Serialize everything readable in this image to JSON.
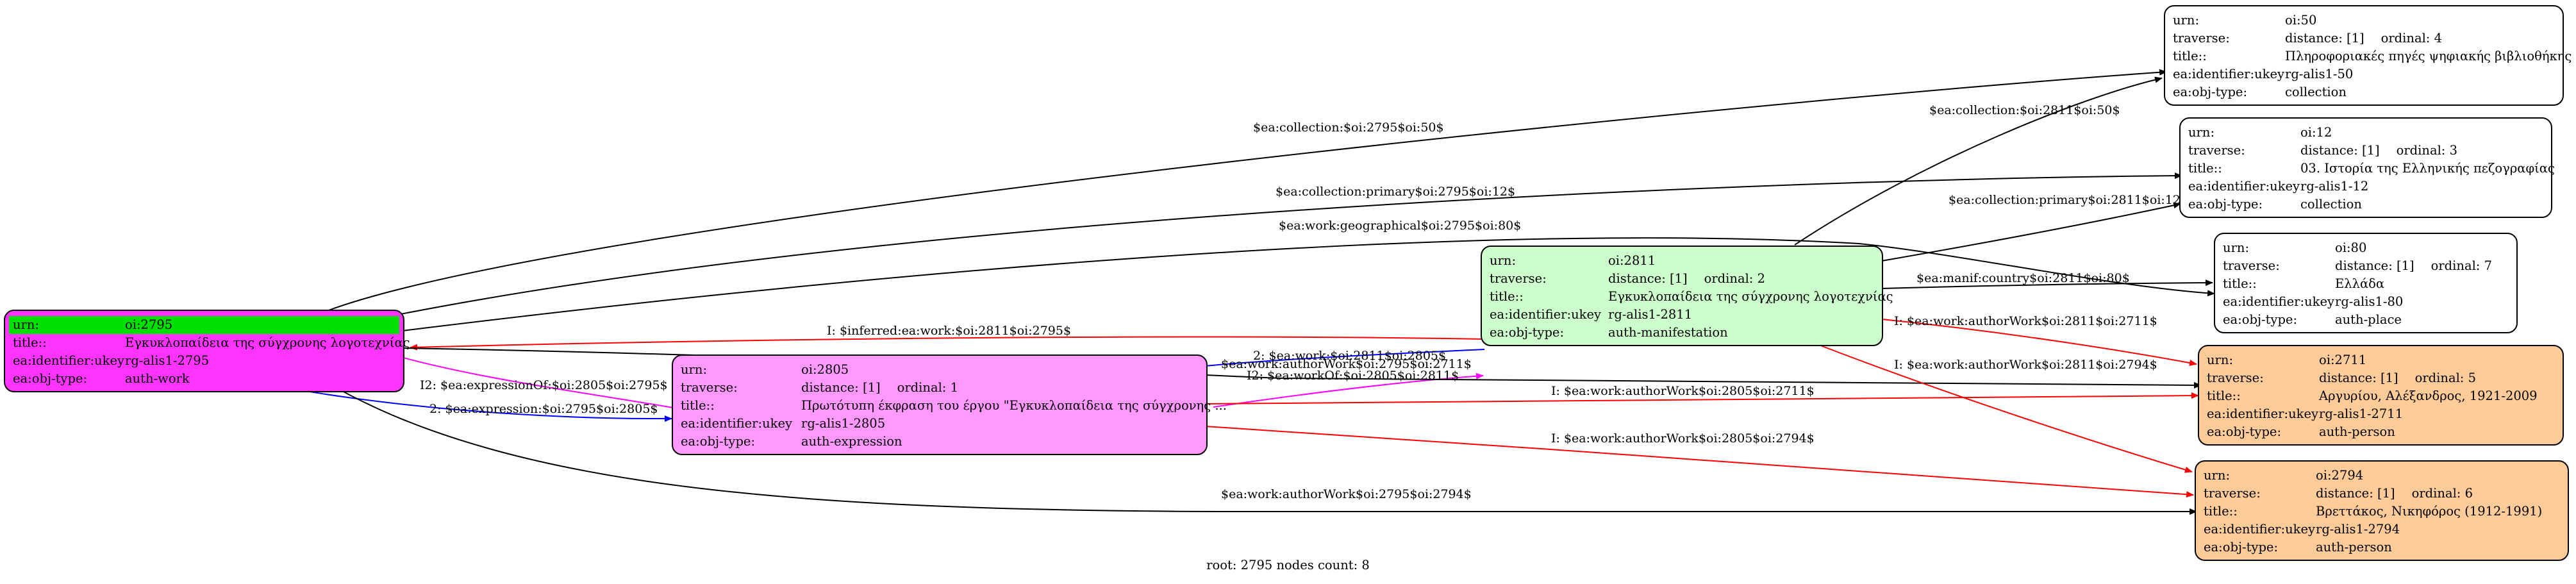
{
  "nodes": {
    "n2795": {
      "color": "#ff33ff",
      "urn": "oi:2795",
      "title": "Εγκυκλοπαίδεια της σύγχρονης λογοτεχνίας",
      "identifier": "rg-alis1-2795",
      "objtype": "auth-work"
    },
    "n2805": {
      "color": "#ff99ff",
      "urn": "oi:2805",
      "distance": "distance: [1]",
      "ordinal": "ordinal: 1",
      "title": "Πρωτότυπη έκφραση του έργου \"Εγκυκλοπαίδεια της σύγχρονης ...",
      "identifier": "rg-alis1-2805",
      "objtype": "auth-expression"
    },
    "n2811": {
      "color": "#ccffcc",
      "urn": "oi:2811",
      "distance": "distance: [1]",
      "ordinal": "ordinal: 2",
      "title": "Εγκυκλοπαίδεια της σύγχρονης λογοτεχνίας",
      "identifier": "rg-alis1-2811",
      "objtype": "auth-manifestation"
    },
    "n50": {
      "color": "#ffffff",
      "urn": "oi:50",
      "distance": "distance: [1]",
      "ordinal": "ordinal: 4",
      "title": "Πληροφοριακές πηγές ψηφιακής βιβλιοθήκης",
      "identifier": "rg-alis1-50",
      "objtype": "collection"
    },
    "n12": {
      "color": "#ffffff",
      "urn": "oi:12",
      "distance": "distance: [1]",
      "ordinal": "ordinal: 3",
      "title": "03. Ιστορία της Ελληνικής πεζογραφίας",
      "identifier": "rg-alis1-12",
      "objtype": "collection"
    },
    "n80": {
      "color": "#ffffff",
      "urn": "oi:80",
      "distance": "distance: [1]",
      "ordinal": "ordinal: 7",
      "title": "Ελλάδα",
      "identifier": "rg-alis1-80",
      "objtype": "auth-place"
    },
    "n2711": {
      "color": "#ffcc99",
      "urn": "oi:2711",
      "distance": "distance: [1]",
      "ordinal": "ordinal: 5",
      "title": "Αργυρίου, Αλέξανδρος, 1921-2009",
      "identifier": "rg-alis1-2711",
      "objtype": "auth-person"
    },
    "n2794": {
      "color": "#ffcc99",
      "urn": "oi:2794",
      "distance": "distance: [1]",
      "ordinal": "ordinal: 6",
      "title": "Βρεττάκος, Νικηφόρος (1912-1991)",
      "identifier": "rg-alis1-2794",
      "objtype": "auth-person"
    }
  },
  "keys": {
    "urn": "urn:",
    "traverse": "traverse:",
    "title": "title::",
    "identifier": "ea:identifier:ukey",
    "objtype": "ea:obj-type:",
    "root_title": "title::"
  },
  "edges": {
    "e1": {
      "label": "$ea:collection:$oi:2795$oi:50$",
      "color": "#000000"
    },
    "e2": {
      "label": "$ea:collection:primary$oi:2795$oi:12$",
      "color": "#000000"
    },
    "e3": {
      "label": "$ea:work:geographical$oi:2795$oi:80$",
      "color": "#000000"
    },
    "e4": {
      "label": "I: $inferred:ea:work:$oi:2811$oi:2795$",
      "color": "#ff0000"
    },
    "e5": {
      "label": "2: $ea:work:$oi:2811$oi:2805$",
      "color": "#0000ff"
    },
    "e6": {
      "label": "I2: $ea:expressionOf:$oi:2805$oi:2795$",
      "color": "#ff00ff"
    },
    "e7": {
      "label": "2: $ea:expression:$oi:2795$oi:2805$",
      "color": "#0000ff"
    },
    "e8": {
      "label": "I2: $ea:workOf:$oi:2805$oi:2811$",
      "color": "#ff00ff"
    },
    "e9": {
      "label": "$ea:work:authorWork$oi:2795$oi:2711$",
      "color": "#000000"
    },
    "e10": {
      "label": "$ea:work:authorWork$oi:2795$oi:2794$",
      "color": "#000000"
    },
    "e11": {
      "label": "$ea:collection:$oi:2811$oi:50$",
      "color": "#000000"
    },
    "e12": {
      "label": "$ea:collection:primary$oi:2811$oi:12$",
      "color": "#000000"
    },
    "e13": {
      "label": "$ea:manif:country$oi:2811$oi:80$",
      "color": "#000000"
    },
    "e14": {
      "label": "I: $ea:work:authorWork$oi:2811$oi:2711$",
      "color": "#ff0000"
    },
    "e15": {
      "label": "I: $ea:work:authorWork$oi:2811$oi:2794$",
      "color": "#ff0000"
    },
    "e16": {
      "label": "I: $ea:work:authorWork$oi:2805$oi:2711$",
      "color": "#ff0000"
    },
    "e17": {
      "label": "I: $ea:work:authorWork$oi:2805$oi:2794$",
      "color": "#ff0000"
    }
  },
  "footer": "root: 2795 nodes count: 8"
}
